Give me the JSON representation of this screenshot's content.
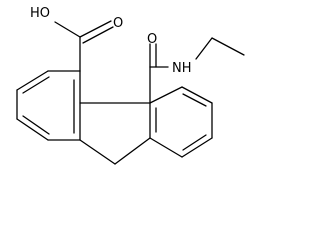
{
  "molecule": {
    "atoms": {
      "hydroxyl": "HO",
      "acid_carbonyl_oxygen": "O",
      "amide_carbonyl_oxygen": "O",
      "amide_nitrogen": "NH"
    }
  },
  "colors": {
    "bond": "#000000",
    "label": "#000000",
    "background": "#ffffff"
  }
}
